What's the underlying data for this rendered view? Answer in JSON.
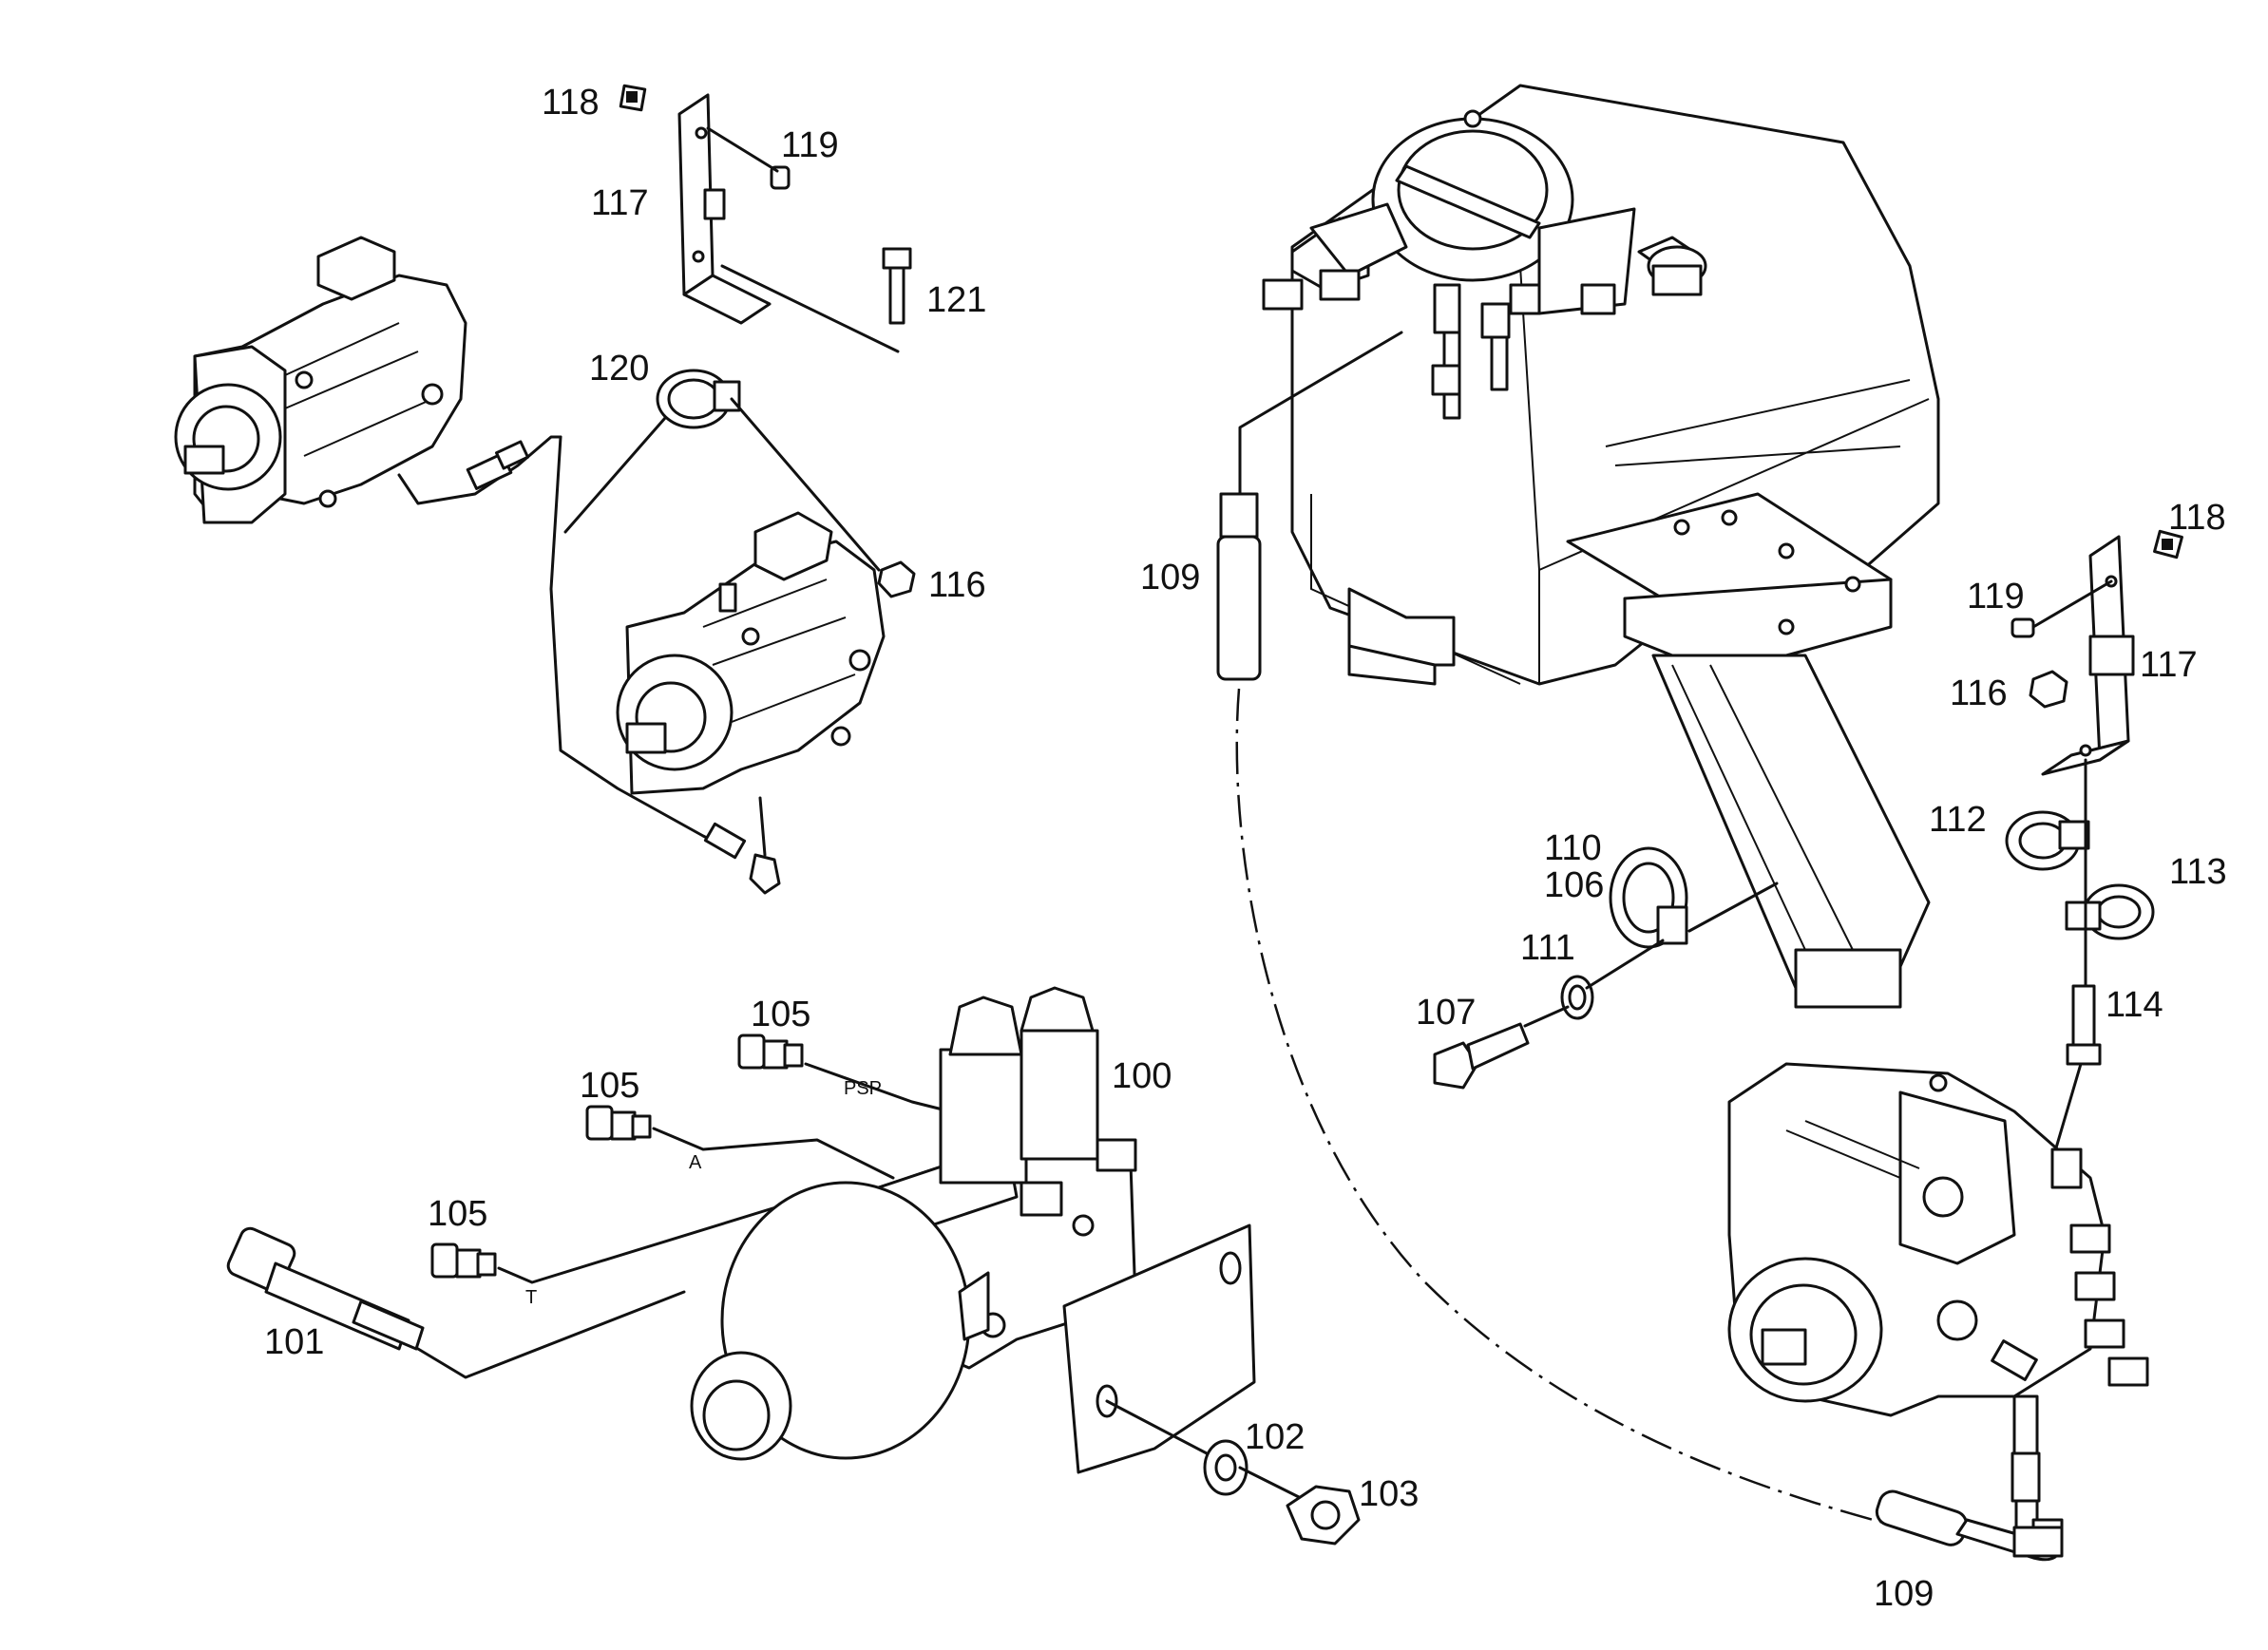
{
  "labels": {
    "l118a": "118",
    "l119a": "119",
    "l117a": "117",
    "l121": "121",
    "l120": "120",
    "l116a": "116",
    "l109a": "109",
    "l118b": "118",
    "l119b": "119",
    "l117b": "117",
    "l116b": "116",
    "l112": "112",
    "l113": "113",
    "l110": "110",
    "l106": "106",
    "l111": "111",
    "l107": "107",
    "l114": "114",
    "l105a": "105",
    "l105b": "105",
    "l105c": "105",
    "l100": "100",
    "l101": "101",
    "l102": "102",
    "l103": "103",
    "l109b": "109"
  },
  "ports": {
    "psp": "PSP",
    "a": "A",
    "t": "T"
  }
}
